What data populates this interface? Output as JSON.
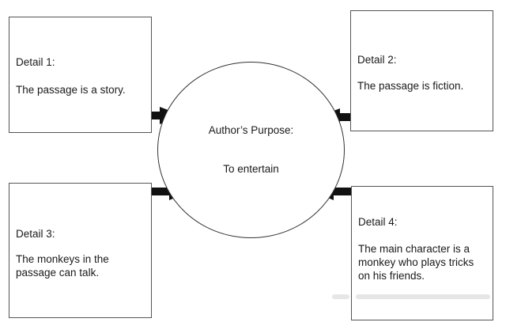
{
  "details": [
    {
      "title": "Detail 1:",
      "body": "The passage is a story."
    },
    {
      "title": "Detail 2:",
      "body": "The passage is fiction."
    },
    {
      "title": "Detail 3:",
      "body": "The monkeys in the passage can talk."
    },
    {
      "title": "Detail 4:",
      "body": "The main character is a monkey who plays tricks on his friends."
    }
  ],
  "center": {
    "title": "Author’s Purpose:",
    "purpose": "To entertain"
  },
  "colors": {
    "arrow": "#111111",
    "box_border": "#555555",
    "circle_border": "#333333"
  }
}
